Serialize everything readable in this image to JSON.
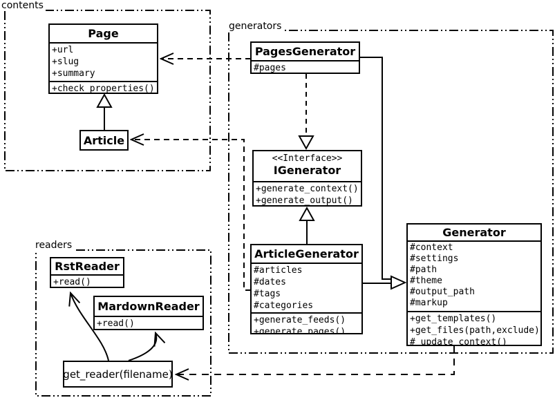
{
  "packages": {
    "contents": {
      "label": "contents"
    },
    "generators": {
      "label": "generators"
    },
    "readers": {
      "label": "readers"
    }
  },
  "classes": {
    "page": {
      "name": "Page",
      "attributes": [
        "+url",
        "+slug",
        "+summary"
      ],
      "methods": [
        "+check_properties()"
      ]
    },
    "article": {
      "name": "Article"
    },
    "pages_generator": {
      "name": "PagesGenerator",
      "attributes": [
        "#pages"
      ]
    },
    "igenerator": {
      "stereotype": "<<Interface>>",
      "name": "IGenerator",
      "methods": [
        "+generate_context()",
        "+generate_output()"
      ]
    },
    "article_generator": {
      "name": "ArticleGenerator",
      "attributes": [
        "#articles",
        "#dates",
        "#tags",
        "#categories"
      ],
      "methods": [
        "+generate_feeds()",
        "+generate_pages()"
      ]
    },
    "generator": {
      "name": "Generator",
      "attributes": [
        "#context",
        "#settings",
        "#path",
        "#theme",
        "#output_path",
        "#markup"
      ],
      "methods": [
        "+get_templates()",
        "+get_files(path,exclude)",
        "#_update_context()"
      ]
    },
    "rst_reader": {
      "name": "RstReader",
      "methods": [
        "+read()"
      ]
    },
    "markdown_reader": {
      "name": "MardownReader",
      "methods": [
        "+read()"
      ]
    },
    "get_reader": {
      "name": "get_reader(filename)"
    }
  },
  "colors": {
    "line": "#000000",
    "background": "#ffffff"
  }
}
